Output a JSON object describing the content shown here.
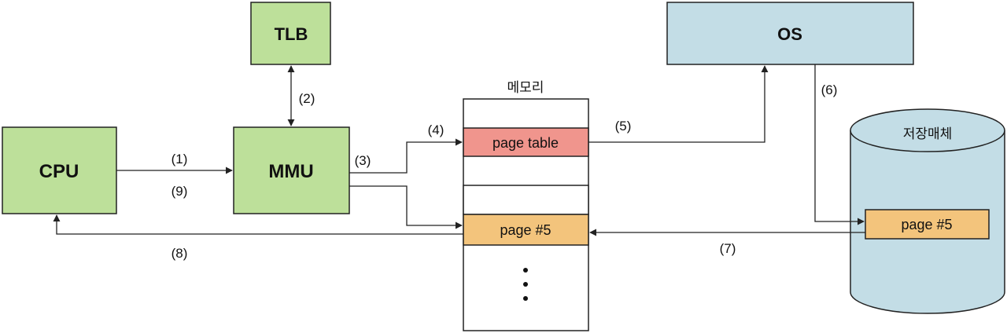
{
  "colors": {
    "component_fill": "#bde09a",
    "os_fill": "#c3dde6",
    "page_table_fill": "#f0958d",
    "page_fill": "#f3c47c",
    "stroke": "#222222"
  },
  "components": {
    "cpu": "CPU",
    "mmu": "MMU",
    "tlb": "TLB",
    "os": "OS"
  },
  "memory": {
    "title": "메모리",
    "page_table": "page table",
    "page": "page #5",
    "ellipsis": "⋮"
  },
  "storage": {
    "title": "저장매체",
    "page": "page #5"
  },
  "steps": {
    "s1": "(1)",
    "s2": "(2)",
    "s3": "(3)",
    "s4": "(4)",
    "s5": "(5)",
    "s6": "(6)",
    "s7": "(7)",
    "s8": "(8)",
    "s9": "(9)"
  }
}
